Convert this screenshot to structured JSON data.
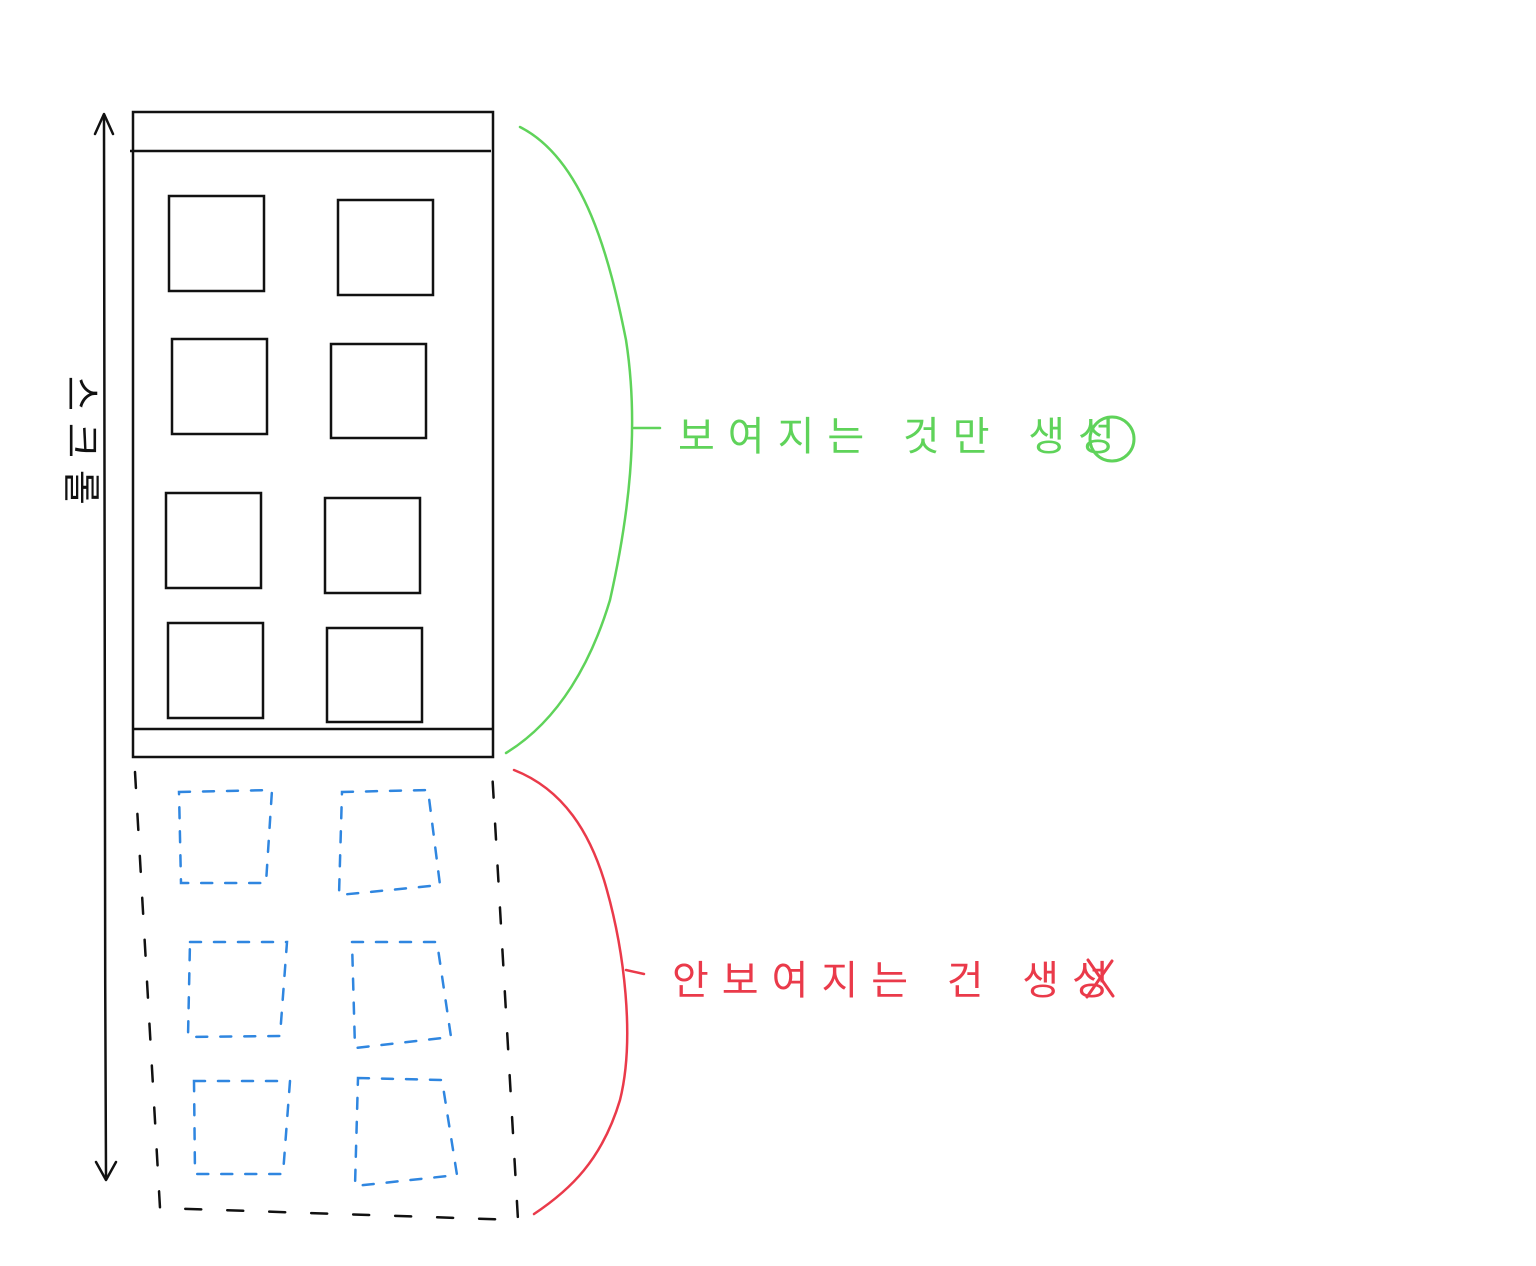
{
  "scroll_label": "스크롤",
  "visible_annotation": {
    "text": "보여지는 것만 생성",
    "color": "#5fd35a"
  },
  "hidden_annotation": {
    "text": "안보여지는 건 생성",
    "color": "#ea3a4a"
  },
  "item_dash_color": "#2f86e0",
  "frame_color": "#111111"
}
